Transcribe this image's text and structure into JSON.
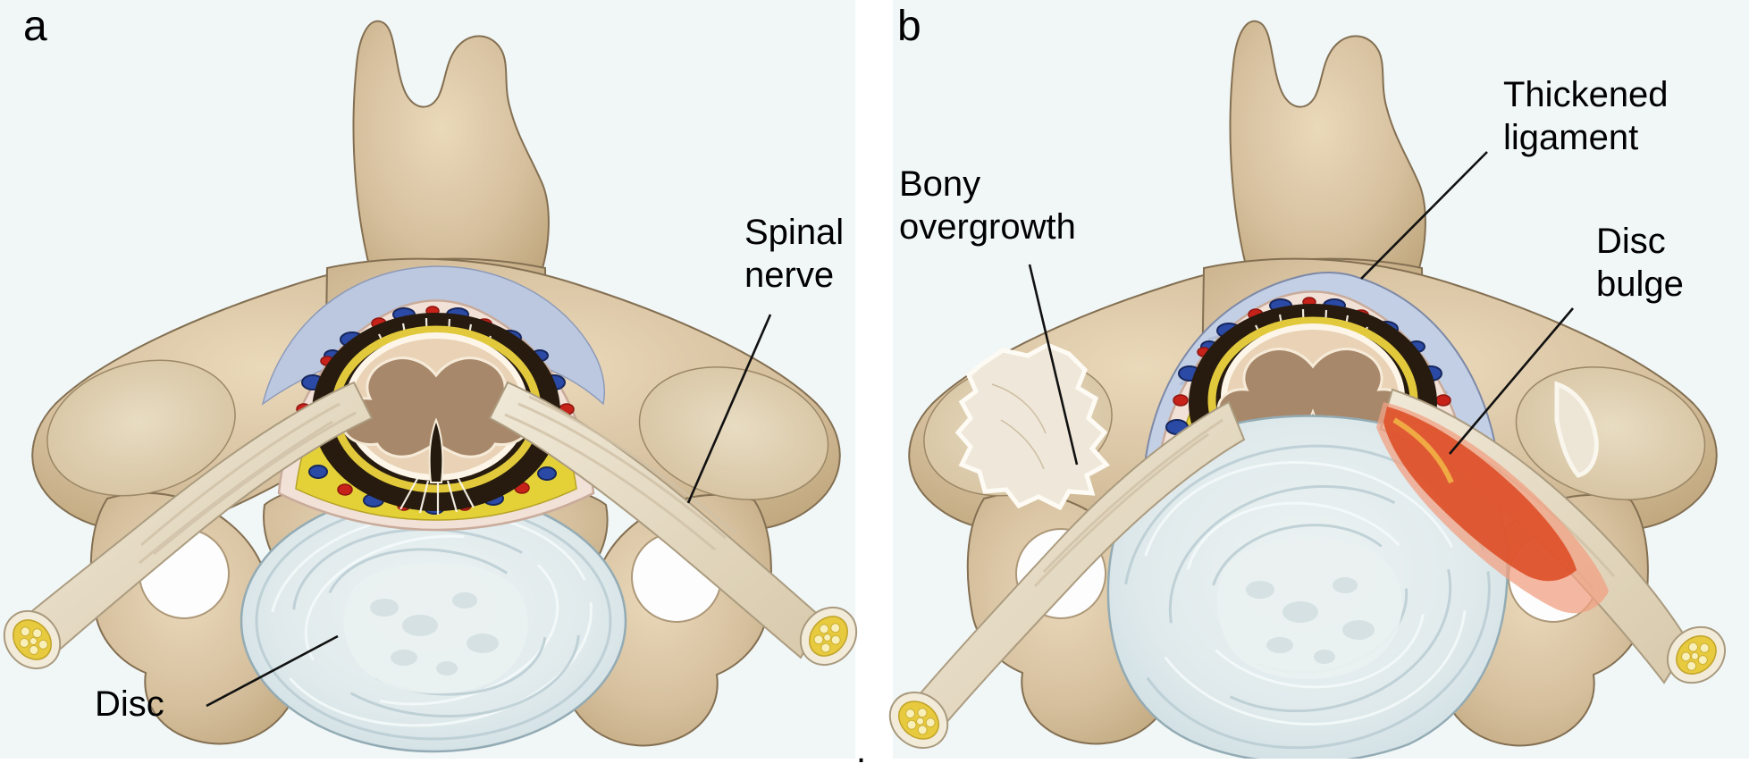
{
  "figure": {
    "background": "#ffffff",
    "panel_background": "#f1f7f7",
    "text_color": "#000000",
    "panels": {
      "a": {
        "letter": "a",
        "labels": {
          "spinal_nerve": "Spinal nerve",
          "disc": "Disc"
        }
      },
      "b": {
        "letter": "b",
        "labels": {
          "bony_overgrowth": "Bony overgrowth",
          "thickened_ligament": "Thickened ligament",
          "disc_bulge": "Disc bulge"
        }
      }
    },
    "period_mark": ".",
    "colors": {
      "bone": "#d6c09e",
      "bone_outline": "#836f52",
      "ligament_blue": "#bcc8e0",
      "thickened_ligament_blue": "#c3cfe5",
      "epidural_fat_yellow": "#e4d138",
      "vessel_blue": "#2b4aa6",
      "vessel_red": "#c6221a",
      "dura_pink": "#f2e1d7",
      "subarachnoid_dark": "#261b0e",
      "spinal_cord": "#e9d2b5",
      "gray_matter": "#a8886a",
      "nerve_cream": "#e9dfca",
      "inflamed_nerve_red": "#dd4f28",
      "disc_gray_blue": "#dde9ec",
      "bony_overgrowth_white": "#efe8da"
    }
  }
}
